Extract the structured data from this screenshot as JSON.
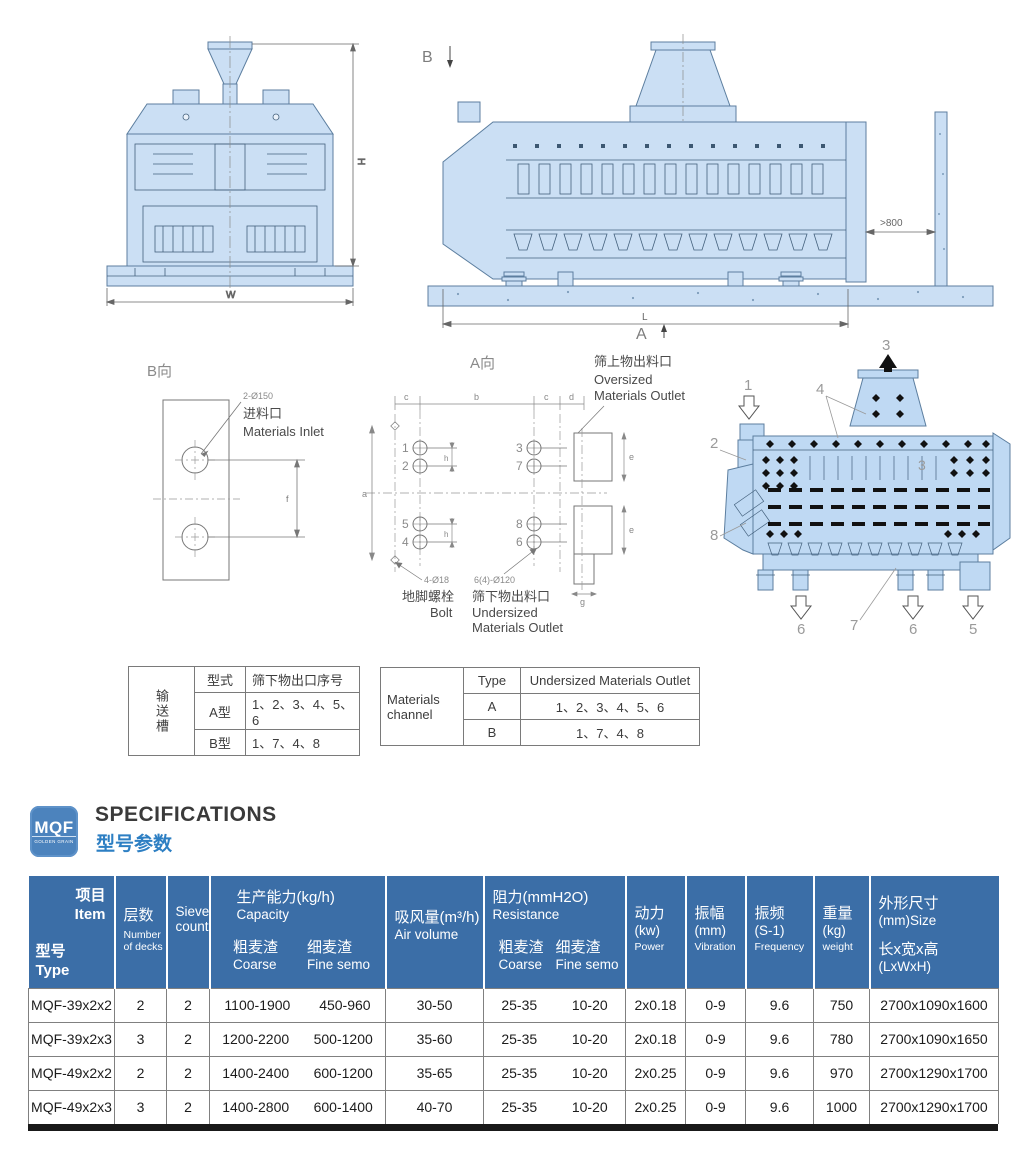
{
  "colors": {
    "header_blue": "#3b6ea7",
    "logo_blue": "#4c83bd",
    "subtitle_blue": "#2d7fc3",
    "drawing_fill": "#cbdff4",
    "drawing_stroke": "#5c7e9f"
  },
  "front_view": {
    "dim_h": "H",
    "dim_w": "W"
  },
  "side_view": {
    "label_b": "B",
    "label_a": "A",
    "dim_l": "L",
    "wall_gap": ">800"
  },
  "view_b": {
    "title": "B向",
    "hole_note": "2-Ø150",
    "inlet_cn": "进料口",
    "inlet_en": "Materials Inlet",
    "dim_f": "f"
  },
  "view_a": {
    "title": "A向",
    "dim_a": "a",
    "dim_b": "b",
    "dim_c1": "c",
    "dim_c2": "c",
    "dim_d": "d",
    "dim_e1": "e",
    "dim_e2": "e",
    "dim_g": "g",
    "dim_h1": "h",
    "dim_h2": "h",
    "n1": "1",
    "n2": "2",
    "n3": "3",
    "n4": "4",
    "n5": "5",
    "n6": "6",
    "n7": "7",
    "n8": "8",
    "bolt_note": "4-Ø18",
    "bolt_cn": "地脚螺栓",
    "bolt_en": "Bolt",
    "under_note": "6(4)-Ø120",
    "under_cn": "筛下物出料口",
    "under_en1": "Undersized",
    "under_en2": "Materials Outlet",
    "over_cn": "筛上物出料口",
    "over_en1": "Oversized",
    "over_en2": "Materials Outlet"
  },
  "section_view": {
    "c1": "1",
    "c2": "2",
    "c3": "3",
    "c3_inner": "3",
    "c4": "4",
    "c5": "5",
    "c6a": "6",
    "c6b": "6",
    "c7": "7",
    "c8": "8"
  },
  "channel_table_cn": {
    "side_header": "输送槽",
    "type_col": "型式",
    "outlet_col": "筛下物出口序号",
    "rows": [
      {
        "type": "A型",
        "outlets": "1、2、3、4、5、6"
      },
      {
        "type": "B型",
        "outlets": "1、7、4、8"
      }
    ]
  },
  "channel_table_en": {
    "side_header_1": "Materials",
    "side_header_2": "channel",
    "type_col": "Type",
    "outlet_col": "Undersized Materials Outlet",
    "rows": [
      {
        "type": "A",
        "outlets": "1、2、3、4、5、6"
      },
      {
        "type": "B",
        "outlets": "1、7、4、8"
      }
    ]
  },
  "spec_section": {
    "logo_text": "MQF",
    "logo_sub": "GOLDEN GRAIN",
    "title": "SPECIFICATIONS",
    "subtitle": "型号参数"
  },
  "spec_table": {
    "header": {
      "corner_tr_cn": "项目",
      "corner_tr_en": "Item",
      "corner_bl_cn": "型号",
      "corner_bl_en": "Type",
      "decks_cn": "层数",
      "decks_en": "Number of decks",
      "sieve_l1": "Sieve",
      "sieve_l2": "count",
      "capacity_cn": "生产能力(kg/h)",
      "capacity_en": "Capacity",
      "coarse_cn": "粗麦渣",
      "coarse_en": "Coarse",
      "fine_cn": "细麦渣",
      "fine_en": "Fine semo",
      "air_cn": "吸风量(m³/h)",
      "air_en": "Air volume",
      "resist_cn": "阻力(mmH2O)",
      "resist_en": "Resistance",
      "resist_coarse_cn": "粗麦渣",
      "resist_coarse_en": "Coarse",
      "resist_fine_cn": "细麦渣",
      "resist_fine_en": "Fine semo",
      "power_cn": "动力",
      "power_unit": "(kw)",
      "power_en": "Power",
      "vib_cn": "振幅",
      "vib_unit": "(mm)",
      "vib_en": "Vibration",
      "freq_cn": "振频",
      "freq_unit": "(S-1)",
      "freq_en": "Frequency",
      "weight_cn": "重量",
      "weight_unit": "(kg)",
      "weight_en": "weight",
      "size_cn": "外形尺寸",
      "size_unit": "(mm)Size",
      "size_cn2": "长x宽x高",
      "size_en": "(LxWxH)"
    },
    "rows": [
      {
        "type": "MQF-39x2x2",
        "decks": "2",
        "sieve": "2",
        "cap_coarse": "1100-1900",
        "cap_fine": "450-960",
        "air": "30-50",
        "res_coarse": "25-35",
        "res_fine": "10-20",
        "power": "2x0.18",
        "vib": "0-9",
        "freq": "9.6",
        "weight": "750",
        "size": "2700x1090x1600"
      },
      {
        "type": "MQF-39x2x3",
        "decks": "3",
        "sieve": "2",
        "cap_coarse": "1200-2200",
        "cap_fine": "500-1200",
        "air": "35-60",
        "res_coarse": "25-35",
        "res_fine": "10-20",
        "power": "2x0.18",
        "vib": "0-9",
        "freq": "9.6",
        "weight": "780",
        "size": "2700x1090x1650"
      },
      {
        "type": "MQF-49x2x2",
        "decks": "2",
        "sieve": "2",
        "cap_coarse": "1400-2400",
        "cap_fine": "600-1200",
        "air": "35-65",
        "res_coarse": "25-35",
        "res_fine": "10-20",
        "power": "2x0.25",
        "vib": "0-9",
        "freq": "9.6",
        "weight": "970",
        "size": "2700x1290x1700"
      },
      {
        "type": "MQF-49x2x3",
        "decks": "3",
        "sieve": "2",
        "cap_coarse": "1400-2800",
        "cap_fine": "600-1400",
        "air": "40-70",
        "res_coarse": "25-35",
        "res_fine": "10-20",
        "power": "2x0.25",
        "vib": "0-9",
        "freq": "9.6",
        "weight": "1000",
        "size": "2700x1290x1700"
      }
    ]
  }
}
